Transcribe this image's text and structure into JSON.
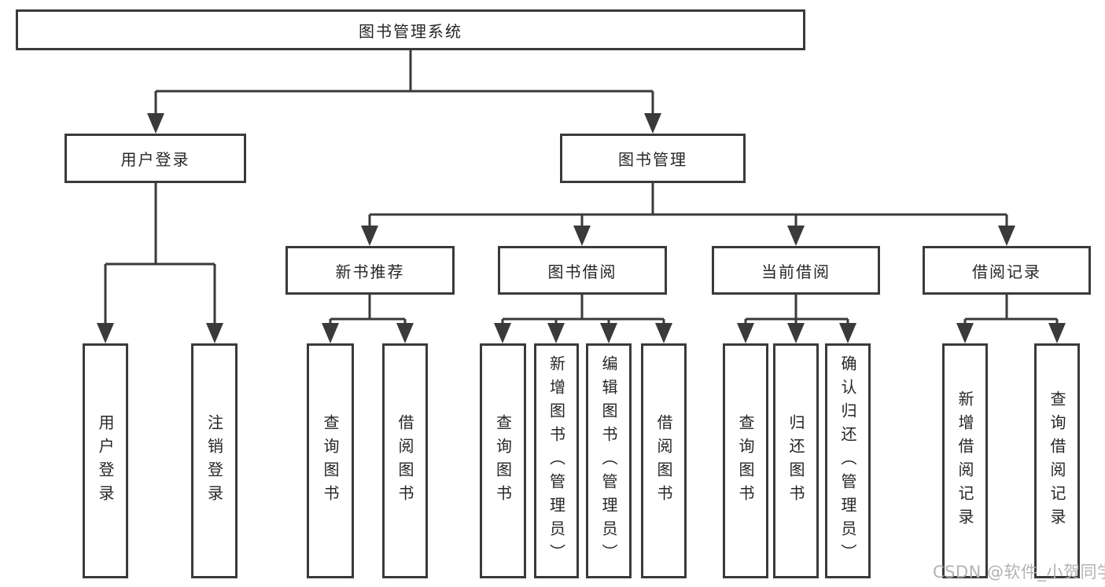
{
  "diagram_title": "图书管理系统",
  "nodes": {
    "root": "图书管理系统",
    "user_login": "用户登录",
    "book_mgmt": "图书管理",
    "new_book_rec": "新书推荐",
    "book_borrow": "图书借阅",
    "current_borrow": "当前借阅",
    "borrow_records": "借阅记录",
    "user_login_leaf": "用户登录",
    "logout_leaf": "注销登录",
    "rec_query_book": "查询图书",
    "rec_borrow_book": "借阅图书",
    "bb_query_book": "查询图书",
    "bb_add_book": "新增图书（管理员）",
    "bb_edit_book": "编辑图书（管理员）",
    "bb_borrow_book": "借阅图书",
    "cb_query_book": "查询图书",
    "cb_return_book": "归还图书",
    "cb_confirm_return": "确认归还（管理员）",
    "br_add_record": "新增借阅记录",
    "br_query_record": "查询借阅记录"
  },
  "watermark": "CSDN @软件_小贺同学",
  "colors": {
    "line": "#3a3a3a",
    "text": "#262626",
    "box_background": "#ffffff",
    "background": "#ffffff",
    "watermark": "#b3b3b3"
  }
}
